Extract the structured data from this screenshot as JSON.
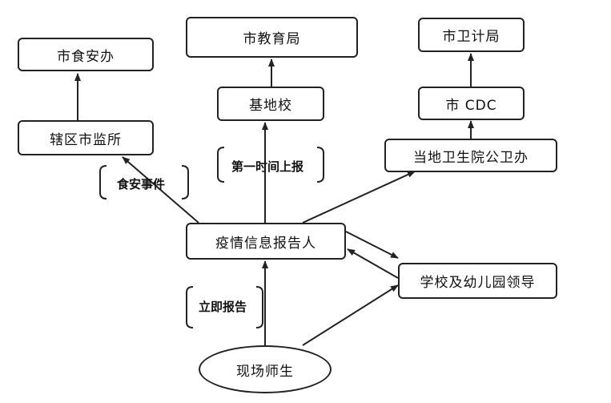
{
  "nodes": {
    "food_safety_office": "市食安办",
    "district_market_supervision": "辖区市监所",
    "education_bureau": "市教育局",
    "base_school": "基地校",
    "health_commission": "市卫计局",
    "city_cdc": "市 CDC",
    "local_hospital_public_health": "当地卫生院公卫办",
    "epidemic_reporter": "疫情信息报告人",
    "school_leaders": "学校及幼儿园领导",
    "onsite_staff_students": "现场师生"
  },
  "labels": {
    "food_safety_event": "食安事件",
    "first_time_report": "第一时间上报",
    "immediate_report": "立即报告"
  }
}
